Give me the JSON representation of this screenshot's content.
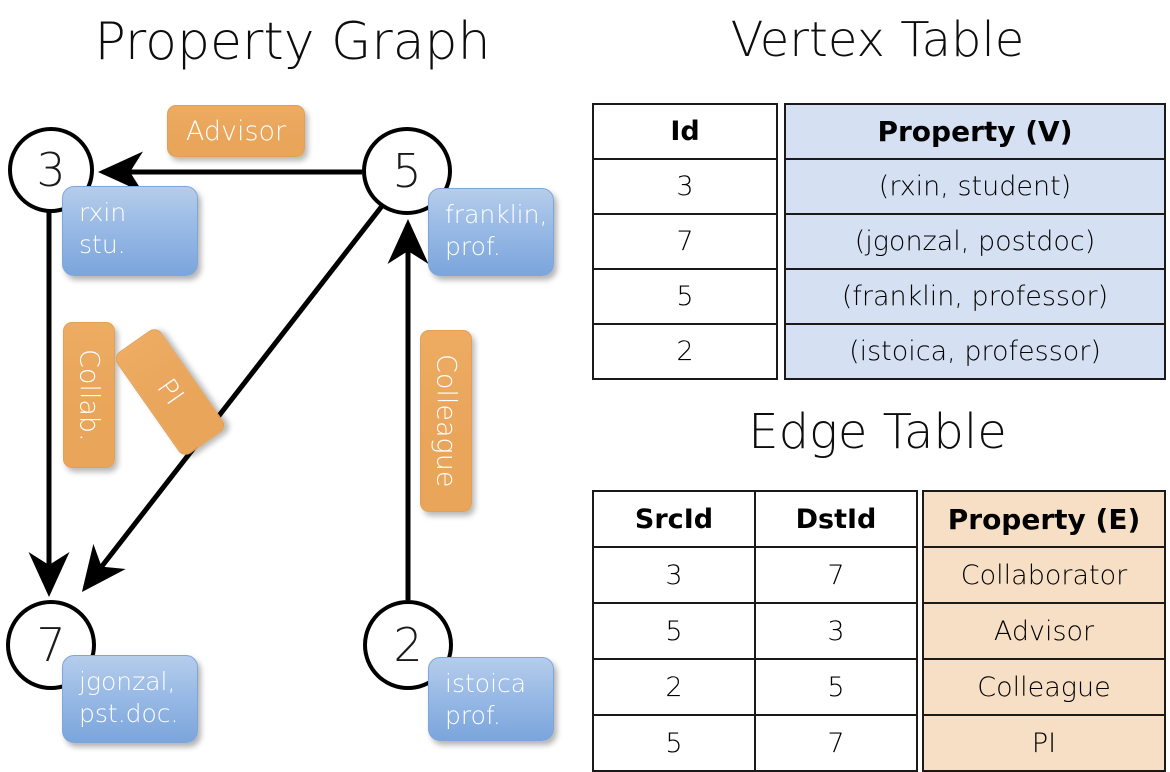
{
  "titles": {
    "property_graph": "Property Graph",
    "vertex_table": "Vertex Table",
    "edge_table": "Edge Table"
  },
  "graph": {
    "nodes": [
      {
        "id": "3",
        "label": "3",
        "property": "rxin\nstu."
      },
      {
        "id": "5",
        "label": "5",
        "property": "franklin,\nprof."
      },
      {
        "id": "7",
        "label": "7",
        "property": "jgonzal,\npst.doc."
      },
      {
        "id": "2",
        "label": "2",
        "property": "istoica\nprof."
      }
    ],
    "edge_labels": [
      {
        "name": "advisor",
        "text": "Advisor"
      },
      {
        "name": "collab",
        "text": "Collab."
      },
      {
        "name": "pi",
        "text": "PI"
      },
      {
        "name": "colleague",
        "text": "Colleague"
      }
    ],
    "edges": [
      {
        "src": "5",
        "dst": "3",
        "label": "Advisor"
      },
      {
        "src": "3",
        "dst": "7",
        "label": "Collab."
      },
      {
        "src": "5",
        "dst": "7",
        "label": "PI"
      },
      {
        "src": "2",
        "dst": "5",
        "label": "Colleague"
      }
    ]
  },
  "vertex_table": {
    "headers": [
      "Id",
      "Property (V)"
    ],
    "rows": [
      {
        "id": "3",
        "property": "(rxin, student)"
      },
      {
        "id": "7",
        "property": "(jgonzal, postdoc)"
      },
      {
        "id": "5",
        "property": "(franklin, professor)"
      },
      {
        "id": "2",
        "property": "(istoica, professor)"
      }
    ]
  },
  "edge_table": {
    "headers": [
      "SrcId",
      "DstId",
      "Property (E)"
    ],
    "rows": [
      {
        "src": "3",
        "dst": "7",
        "property": "Collaborator"
      },
      {
        "src": "5",
        "dst": "3",
        "property": "Advisor"
      },
      {
        "src": "2",
        "dst": "5",
        "property": "Colleague"
      },
      {
        "src": "5",
        "dst": "7",
        "property": "PI"
      }
    ]
  },
  "colors": {
    "vertex_property_fill": "#d5e1f2",
    "edge_property_fill": "#f7dfc6",
    "node_box_blue": "#9cbce6",
    "edge_label_orange": "#e9a65c",
    "stroke": "#000000"
  }
}
